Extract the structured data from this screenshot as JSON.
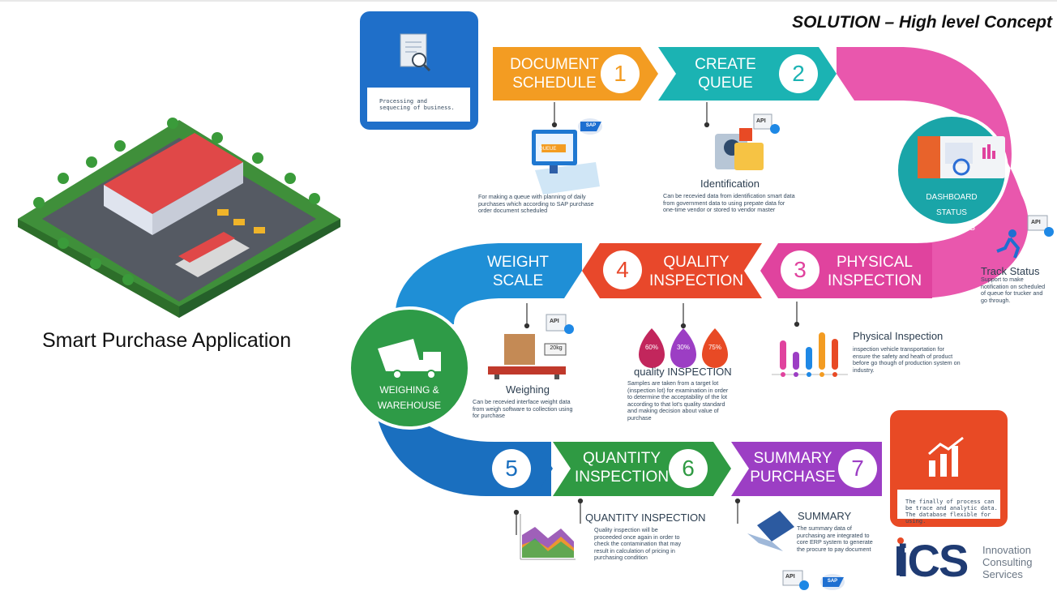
{
  "title": "SOLUTION – High level Concept",
  "app_title": "Smart Purchase Application",
  "top_card": {
    "text": "Processing and sequecing of business.",
    "icon": "document-search-icon"
  },
  "bottom_card": {
    "text": "The finally of process can be trace and analytic data. The database flexible for using.",
    "icon": "growth-chart-icon"
  },
  "steps": {
    "s1": {
      "label_line1": "DOCUMENT",
      "label_line2": "SCHEDULE",
      "number": "1",
      "color": "#f39c22"
    },
    "s2": {
      "label_line1": "CREATE",
      "label_line2": "QUEUE",
      "number": "2",
      "color": "#1bb3b3"
    },
    "s3": {
      "label_line1": "PHYSICAL",
      "label_line2": "INSPECTION",
      "number": "3",
      "color": "#e0439e"
    },
    "s4": {
      "label_line1": "QUALITY",
      "label_line2": "INSPECTION",
      "number": "4",
      "color": "#e8482b"
    },
    "s5": {
      "number": "5",
      "color": "#1a6fbf"
    },
    "s6": {
      "label_line1": "QUANTITY",
      "label_line2": "INSPECTION",
      "number": "6",
      "color": "#2f9a43"
    },
    "s7": {
      "label_line1": "SUMMARY",
      "label_line2": "PURCHASE",
      "number": "7",
      "color": "#9c3ec4"
    },
    "weight_scale": {
      "label_line1": "WEIGHT",
      "label_line2": "SCALE",
      "color": "#1f8fd6"
    }
  },
  "dashboard": {
    "line1": "DASHBOARD STATUS",
    "line2": "&TRACKING",
    "color": "#1aa5a8"
  },
  "weighing_circle": {
    "line1": "WEIGHING &",
    "line2": "WAREHOUSE",
    "color": "#2e9b47"
  },
  "details": {
    "doc_schedule": {
      "desc": "For making a queue with planning of daily purchases which according to SAP purchase order document scheduled",
      "badge": "SAP",
      "screen_text": "QUEUE"
    },
    "identification": {
      "caption": "Identification",
      "desc": "Can be recevied data from identification smart data from government data to using prepate data for one-time vendor or stored to vendor master",
      "api": "API"
    },
    "track_status": {
      "caption": "Track Status",
      "desc": "Support to make notification on scheduled of queue for trucker and go through.",
      "api": "API"
    },
    "physical": {
      "caption": "Physical Inspection",
      "desc": "inspection vehicle transportation for ensure the safety and heath of product before go though of production system on industry."
    },
    "quality": {
      "caption": "quality INSPECTION",
      "desc": "Samples are taken from a target lot (inspection lot) for examination in order to determine the acceptability of the lot according to that lot's quality standard and making decision about value of purchase",
      "drops": [
        "60%",
        "30%",
        "75%"
      ]
    },
    "weighing": {
      "caption": "Weighing",
      "desc": "Can be recevied interface weight data from weigh software to collection using for purchase",
      "api": "API",
      "scale_reading": "20kg"
    },
    "quantity": {
      "caption": "QUANTITY INSPECTION",
      "desc": "Quality inspection will be proceeded once again in order to check the contamination that may result in calculation of pricing in purchasing condition"
    },
    "summary": {
      "caption": "SUMMARY",
      "desc": "The summary data of purchasing are integrated to core ERP system to generate the procure to pay document",
      "api": "API",
      "badge": "SAP"
    }
  },
  "logo": {
    "brand": "iCS",
    "line1": "Innovation",
    "line2": "Consulting",
    "line3": "Services"
  }
}
